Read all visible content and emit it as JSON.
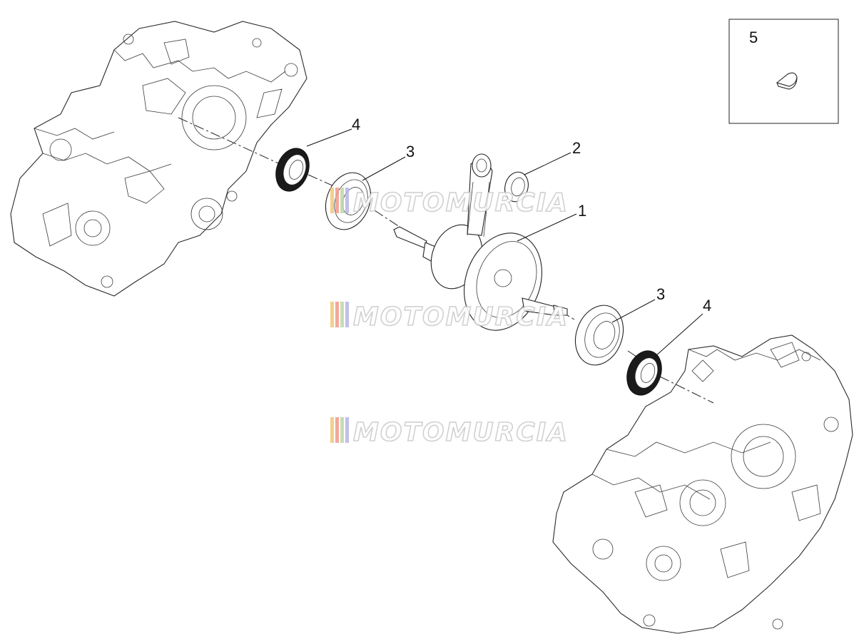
{
  "callouts": {
    "crankshaft": "1",
    "connecting_rod_bearing": "2",
    "main_bearing_top": "3",
    "main_bearing_bottom": "3",
    "oil_seal_top": "4",
    "oil_seal_bottom": "4",
    "woodruff_key": "5"
  },
  "watermark": {
    "text": "MOTOMURCIA",
    "stripe_colors": [
      "#f3c77a",
      "#f39a8a",
      "#bfd7a7",
      "#b6b6e6"
    ]
  },
  "icons": {
    "left_crankcase": "crankcase-half-illustration",
    "right_crankcase": "crankcase-half-illustration",
    "key": "woodruff-key-illustration"
  }
}
